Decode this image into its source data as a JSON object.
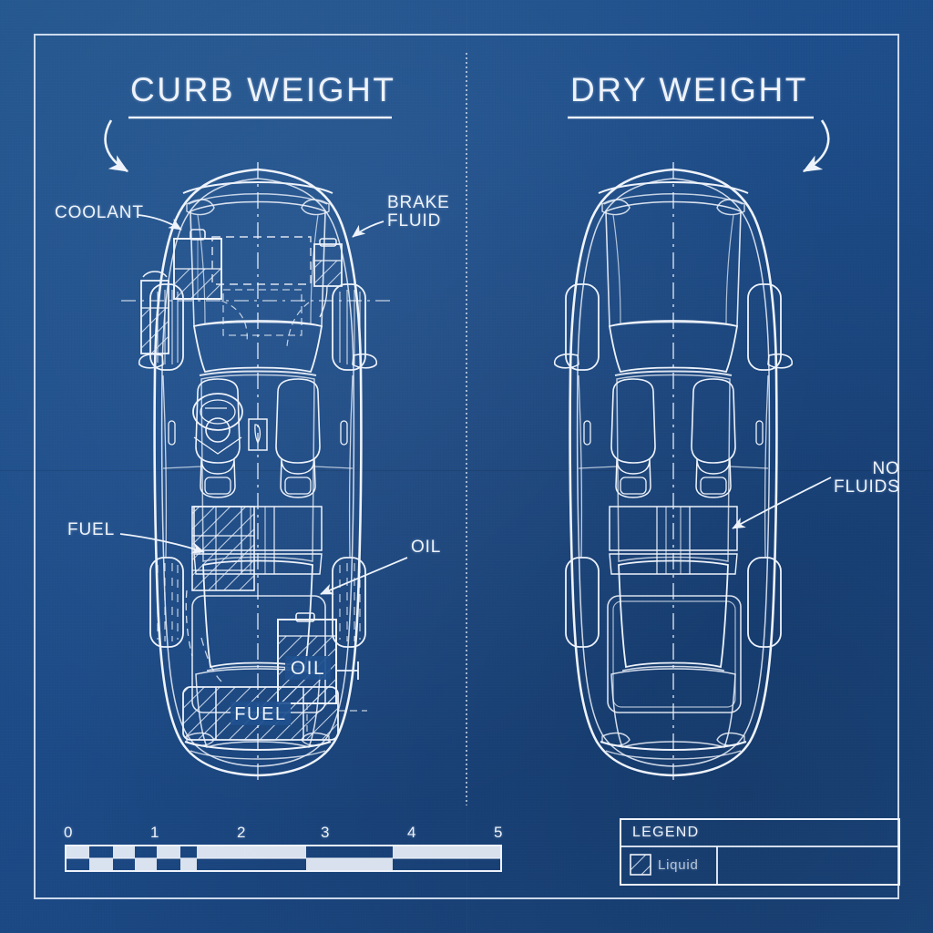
{
  "document": {
    "style": "blueprint",
    "background_color": "#1d4e8f",
    "ink_color": "#eef3fb",
    "frame": {
      "visible": true,
      "divider": "vertical-center-line"
    }
  },
  "panels": [
    {
      "id": "left",
      "title": "CURB WEIGHT",
      "vehicle": "sedan-top-view",
      "has_fluids": true,
      "callouts": [
        {
          "name": "coolant",
          "label": "COOLANT",
          "target": "coolant-reservoir"
        },
        {
          "name": "brake-fluid",
          "label": "BRAKE\nFLUID",
          "target": "brake-fluid-reservoir"
        },
        {
          "name": "fuel",
          "label": "FUEL",
          "target": "fuel-tank-mid"
        },
        {
          "name": "oil",
          "label": "OIL",
          "target": "oil-can"
        }
      ],
      "hatched_regions": [
        {
          "name": "coolant-reservoir",
          "fill": "hatch"
        },
        {
          "name": "washer-reservoir",
          "fill": "hatch"
        },
        {
          "name": "brake-fluid-reservoir",
          "fill": "hatch"
        },
        {
          "name": "fuel-tank-mid",
          "fill": "hatch"
        },
        {
          "name": "oil-can",
          "fill": "hatch",
          "text": "OIL"
        },
        {
          "name": "fuel-tank-rear",
          "fill": "hatch",
          "text": "FUEL"
        }
      ]
    },
    {
      "id": "right",
      "title": "DRY WEIGHT",
      "vehicle": "sedan-top-view",
      "has_fluids": false,
      "callouts": [
        {
          "name": "no-fluids",
          "label": "NO\nFLUIDS",
          "target": "empty-cargo-area"
        }
      ],
      "hatched_regions": []
    }
  ],
  "scale_bar": {
    "name": "scale-bar",
    "ticks": [
      "0",
      "1",
      "2",
      "3",
      "4",
      "5"
    ],
    "segments": 5,
    "subdivided_first_segment": true
  },
  "legend": {
    "title": "LEGEND",
    "items": [
      {
        "swatch": "hatch",
        "label": "Liquid"
      }
    ]
  }
}
